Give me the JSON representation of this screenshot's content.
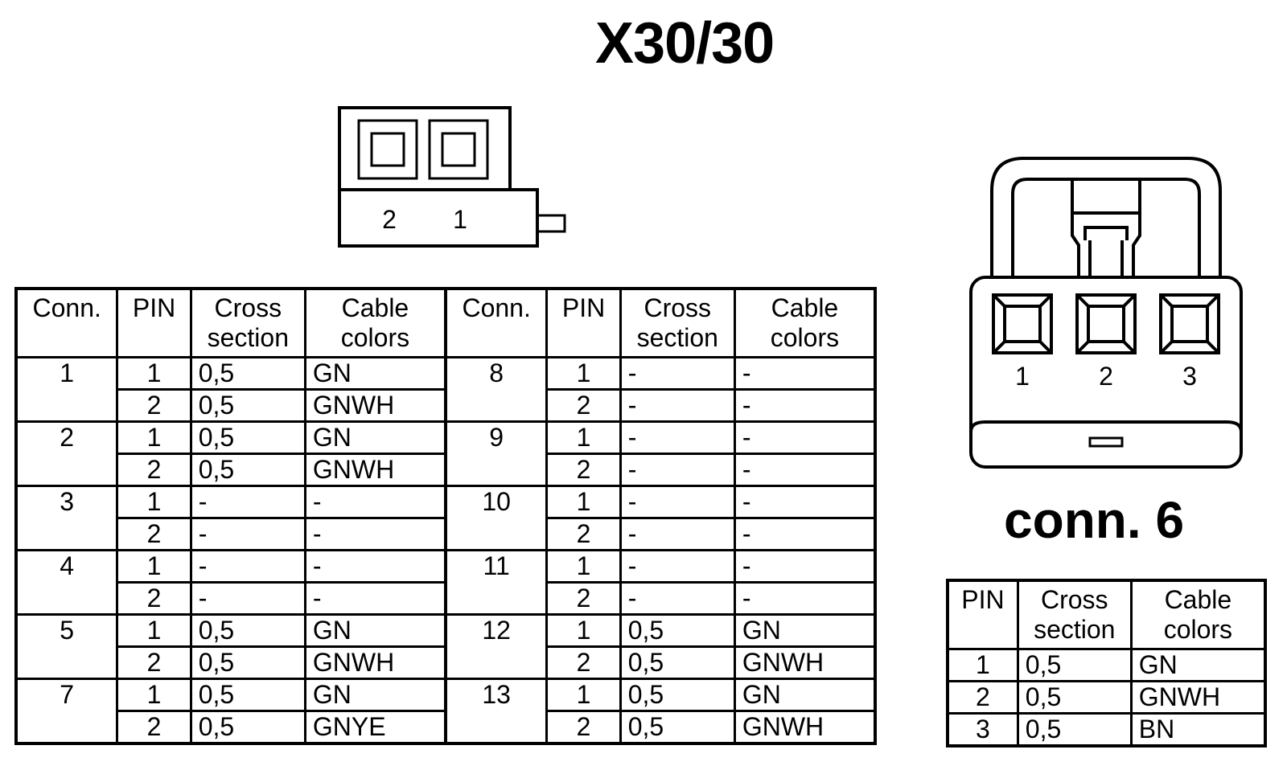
{
  "title": "X30/30",
  "connector_small": {
    "pins": [
      "2",
      "1"
    ]
  },
  "connector_6": {
    "pins": [
      "1",
      "2",
      "3"
    ],
    "label": "conn. 6"
  },
  "headers": {
    "conn": "Conn.",
    "pin": "PIN",
    "cross_1": "Cross",
    "cross_2": "section",
    "cable_1": "Cable",
    "cable_2": "colors"
  },
  "left_groups": [
    {
      "conn": "1",
      "rows": [
        {
          "pin": "1",
          "cross": "0,5",
          "color": "GN"
        },
        {
          "pin": "2",
          "cross": "0,5",
          "color": "GNWH"
        }
      ]
    },
    {
      "conn": "2",
      "rows": [
        {
          "pin": "1",
          "cross": "0,5",
          "color": "GN"
        },
        {
          "pin": "2",
          "cross": "0,5",
          "color": "GNWH"
        }
      ]
    },
    {
      "conn": "3",
      "rows": [
        {
          "pin": "1",
          "cross": "-",
          "color": "-"
        },
        {
          "pin": "2",
          "cross": "-",
          "color": "-"
        }
      ]
    },
    {
      "conn": "4",
      "rows": [
        {
          "pin": "1",
          "cross": "-",
          "color": "-"
        },
        {
          "pin": "2",
          "cross": "-",
          "color": "-"
        }
      ]
    },
    {
      "conn": "5",
      "rows": [
        {
          "pin": "1",
          "cross": "0,5",
          "color": "GN"
        },
        {
          "pin": "2",
          "cross": "0,5",
          "color": "GNWH"
        }
      ]
    },
    {
      "conn": "7",
      "rows": [
        {
          "pin": "1",
          "cross": "0,5",
          "color": "GN"
        },
        {
          "pin": "2",
          "cross": "0,5",
          "color": "GNYE"
        }
      ]
    }
  ],
  "right_groups": [
    {
      "conn": "8",
      "rows": [
        {
          "pin": "1",
          "cross": "-",
          "color": "-"
        },
        {
          "pin": "2",
          "cross": "-",
          "color": "-"
        }
      ]
    },
    {
      "conn": "9",
      "rows": [
        {
          "pin": "1",
          "cross": "-",
          "color": "-"
        },
        {
          "pin": "2",
          "cross": "-",
          "color": "-"
        }
      ]
    },
    {
      "conn": "10",
      "rows": [
        {
          "pin": "1",
          "cross": "-",
          "color": "-"
        },
        {
          "pin": "2",
          "cross": "-",
          "color": "-"
        }
      ]
    },
    {
      "conn": "11",
      "rows": [
        {
          "pin": "1",
          "cross": "-",
          "color": "-"
        },
        {
          "pin": "2",
          "cross": "-",
          "color": "-"
        }
      ]
    },
    {
      "conn": "12",
      "rows": [
        {
          "pin": "1",
          "cross": "0,5",
          "color": "GN"
        },
        {
          "pin": "2",
          "cross": "0,5",
          "color": "GNWH"
        }
      ]
    },
    {
      "conn": "13",
      "rows": [
        {
          "pin": "1",
          "cross": "0,5",
          "color": "GN"
        },
        {
          "pin": "2",
          "cross": "0,5",
          "color": "GNWH"
        }
      ]
    }
  ],
  "conn6_rows": [
    {
      "pin": "1",
      "cross": "0,5",
      "color": "GN"
    },
    {
      "pin": "2",
      "cross": "0,5",
      "color": "GNWH"
    },
    {
      "pin": "3",
      "cross": "0,5",
      "color": "BN"
    }
  ]
}
